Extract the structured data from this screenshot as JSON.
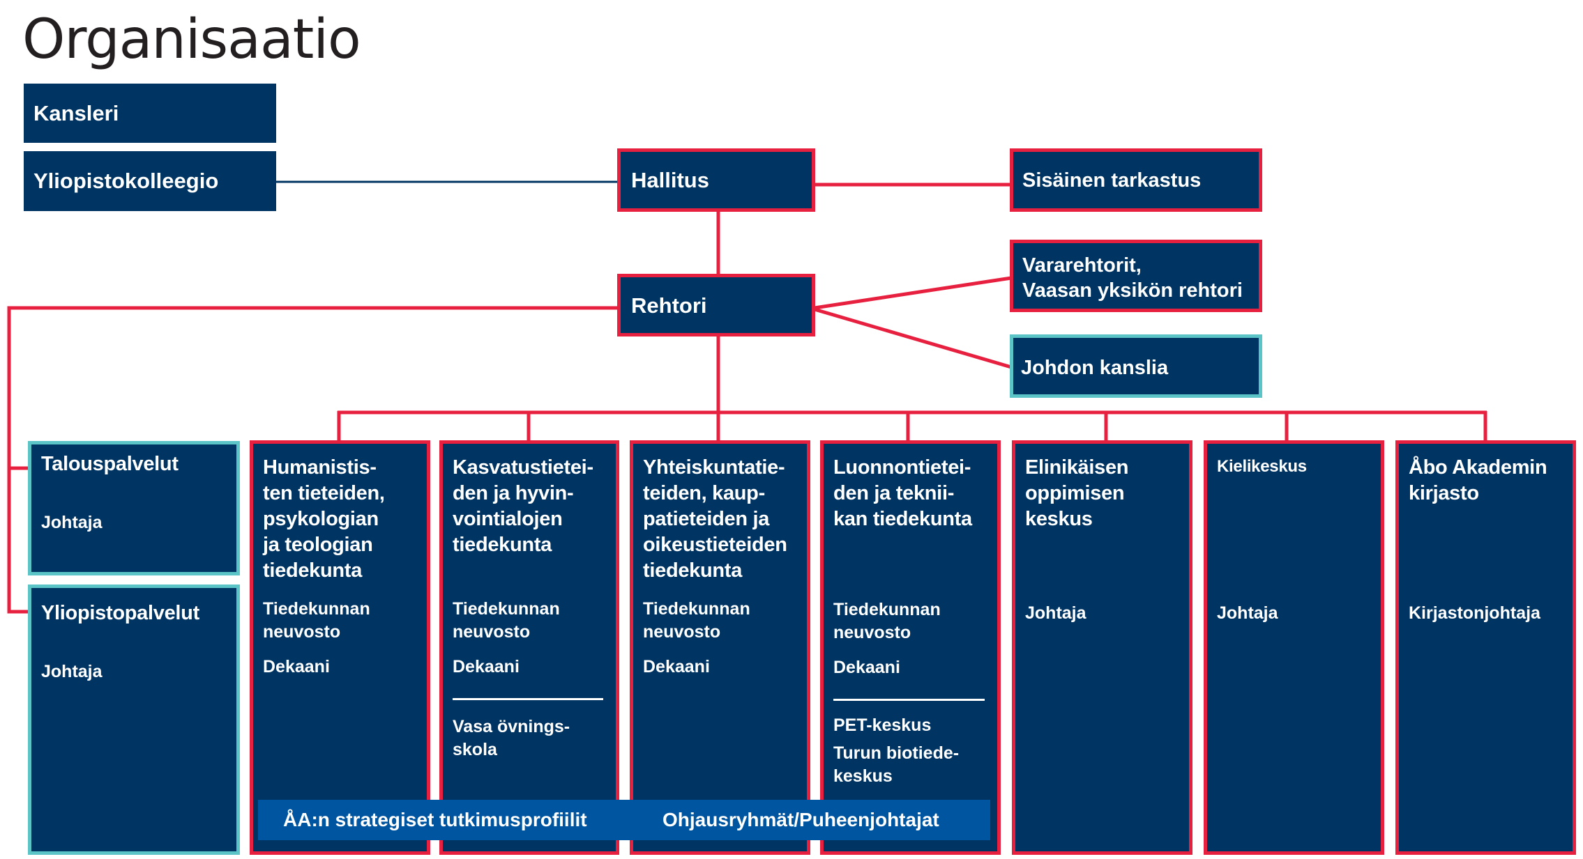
{
  "title": "Organisaatio",
  "colors": {
    "navy": "#003462",
    "red": "#e8203f",
    "teal": "#5bc4c7",
    "band_blue": "#0055a0"
  },
  "governance": {
    "kansleri": "Kansleri",
    "yliopistokolleegio": "Yliopistokolleegio",
    "hallitus": "Hallitus",
    "sisainen_tarkastus": "Sisäinen tarkastus",
    "rehtori": "Rehtori",
    "vararehtorit": "Vararehtorit,\nVaasan yksikön rehtori",
    "johdon_kanslia": "Johdon kanslia"
  },
  "services": [
    {
      "name": "Talouspalvelut",
      "role": "Johtaja"
    },
    {
      "name": "Yliopistopalvelut",
      "role": "Johtaja"
    }
  ],
  "units": [
    {
      "name": "Humanistis-\nten tieteiden,\npsykologian\nja teologian\ntiedekunta",
      "council": "Tiedekunnan\nneuvosto",
      "role": "Dekaani",
      "extra": ""
    },
    {
      "name": "Kasvatustietei-\nden ja hyvin-\nvointialojen\ntiedekunta",
      "council": "Tiedekunnan\nneuvosto",
      "role": "Dekaani",
      "extra": "Vasa övnings-\nskola"
    },
    {
      "name": "Yhteiskuntatie-\nteiden, kaup-\npatieteiden ja\noikeustieteiden\ntiedekunta",
      "council": "Tiedekunnan\nneuvosto",
      "role": "Dekaani",
      "extra": ""
    },
    {
      "name": "Luonnontietei-\nden ja teknii-\nkan tiedekunta",
      "council": "Tiedekunnan\nneuvosto",
      "role": "Dekaani",
      "extra": "PET-keskus",
      "extra2": "Turun biotiede-\nkeskus"
    },
    {
      "name": "Elinikäisen\noppimisen\nkeskus",
      "role": "Johtaja"
    },
    {
      "name": "Kielikeskus",
      "role": "Johtaja"
    },
    {
      "name": "Åbo Akademin\nkirjasto",
      "role": "Kirjastonjohtaja"
    }
  ],
  "band": {
    "left": "ÅA:n strategiset tutkimusprofiilit",
    "right": "Ohjausryhmät/Puheenjohtajat"
  }
}
